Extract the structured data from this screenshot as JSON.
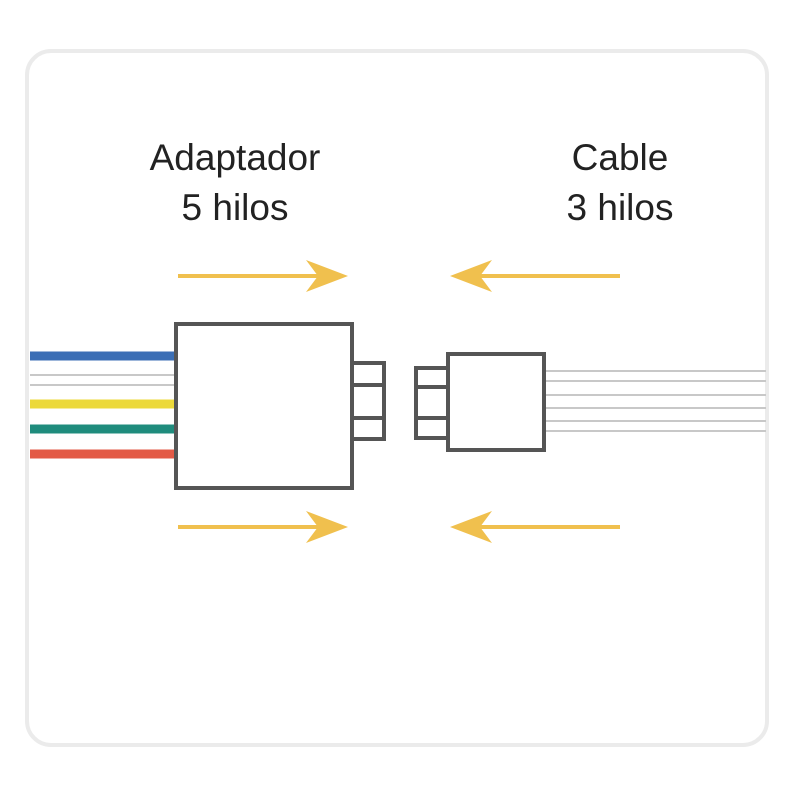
{
  "adapter": {
    "line1": "Adaptador",
    "line2": "5 hilos"
  },
  "cable": {
    "line1": "Cable",
    "line2": "3 hilos"
  },
  "colors": {
    "border": "#ebebeb",
    "connector": "#555555",
    "arrow": "#f0c04e",
    "wire_blue": "#3b6eb5",
    "wire_gray": "#c8c8c8",
    "wire_yellow": "#ecd93a",
    "wire_green": "#1f8c7d",
    "wire_red": "#e35a46",
    "text": "#222222"
  },
  "adapter_wires": [
    "blue",
    "gray",
    "gray",
    "yellow",
    "green",
    "red"
  ],
  "cable_wire_count": 6
}
